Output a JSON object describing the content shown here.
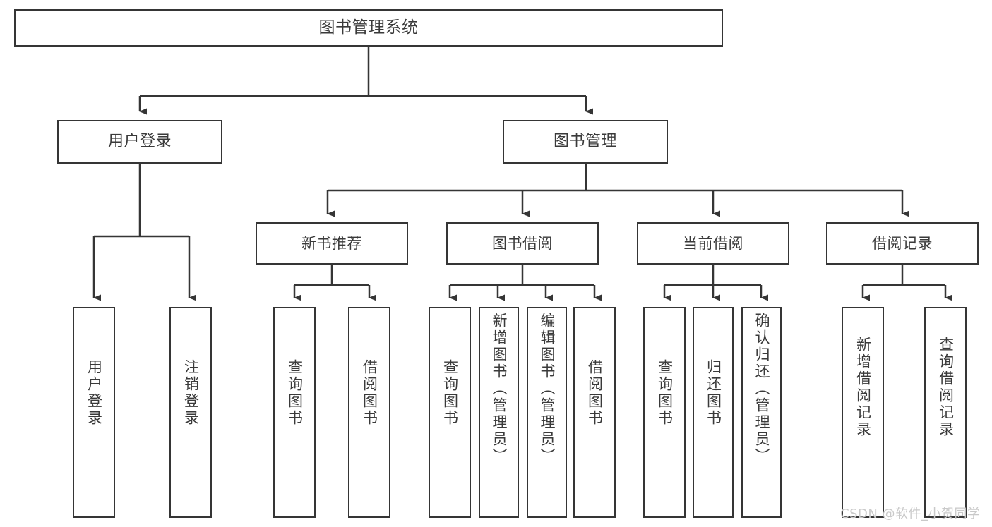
{
  "diagram": {
    "type": "tree",
    "title": "图书管理系统",
    "stroke_color": "#353535",
    "text_color": "#3a3a3a",
    "background": "#ffffff",
    "root": {
      "label": "图书管理系统"
    },
    "level2": [
      {
        "label": "用户登录"
      },
      {
        "label": "图书管理"
      }
    ],
    "level3": [
      {
        "label": "新书推荐"
      },
      {
        "label": "图书借阅"
      },
      {
        "label": "当前借阅"
      },
      {
        "label": "借阅记录"
      }
    ],
    "leaves": {
      "user_login": [
        {
          "label": "用户登录"
        },
        {
          "label": "注销登录"
        }
      ],
      "new_book": [
        {
          "label": "查询图书"
        },
        {
          "label": "借阅图书"
        }
      ],
      "book_borrow": [
        {
          "label": "查询图书"
        },
        {
          "label": "新增图书（管理员）"
        },
        {
          "label": "编辑图书（管理员）"
        },
        {
          "label": "借阅图书"
        }
      ],
      "current_borrow": [
        {
          "label": "查询图书"
        },
        {
          "label": "归还图书"
        },
        {
          "label": "确认归还（管理员）"
        }
      ],
      "borrow_record": [
        {
          "label": "新增借阅记录"
        },
        {
          "label": "查询借阅记录"
        }
      ]
    }
  },
  "watermark": {
    "text": "CSDN @软件_小贺同学"
  }
}
